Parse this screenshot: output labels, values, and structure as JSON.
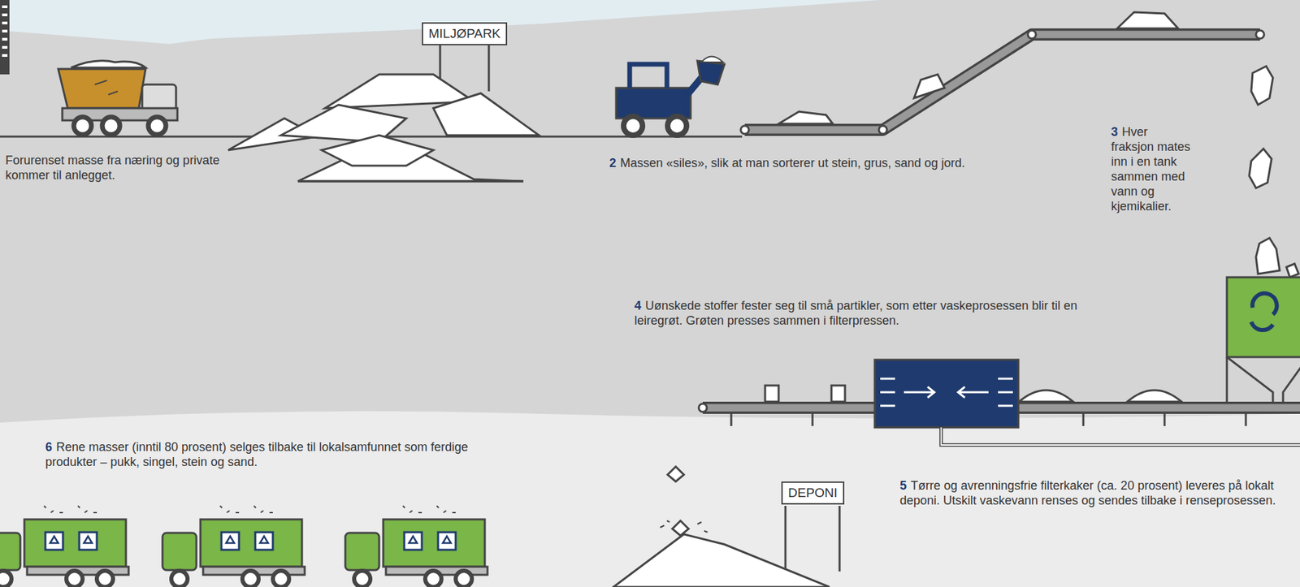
{
  "diagram": {
    "nodes": [
      {
        "text": [
          "MILJØPARK"
        ]
      },
      {
        "text": [
          "DEPONI"
        ]
      }
    ],
    "labels": [
      "Forurenset masse fra næring og private kommer til anlegget.",
      "2",
      "Massen «siles», slik at man sorterer ut stein, grus, sand og jord.",
      "3",
      "Hver fraksjon mates inn i en tank sammen med vann og kjemikalier.",
      "4",
      "Uønskede stoffer fester seg til små partikler, som etter vaskeprosessen blir til en leiregrøt. Grøten presses sammen i filterpressen.",
      "5",
      "Tørre og avrenningsfrie filterkaker (ca. 20 prosent) leveres på lokalt deponi. Utskilt vaskevann renses og sendes tilbake i renseprosessen.",
      "6",
      "Rene masser (inntil 80 prosent) selges tilbake til lokalsamfunnet som ferdige produkter – pukk, singel, stein og sand."
    ]
  }
}
